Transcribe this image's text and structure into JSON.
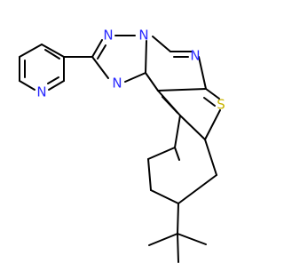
{
  "molecule": {
    "colors": {
      "bond": "#000000",
      "nitrogen": "#2828ff",
      "sulfur": "#c8b400",
      "background": "#ffffff"
    },
    "atom_labels": {
      "n_triazole_top_left": "N",
      "n_triazole_top_right": "N",
      "n_triazole_bottom": "N",
      "n_pyrimidine": "N",
      "n_pyridine": "N",
      "s_thiophene": "S"
    }
  }
}
